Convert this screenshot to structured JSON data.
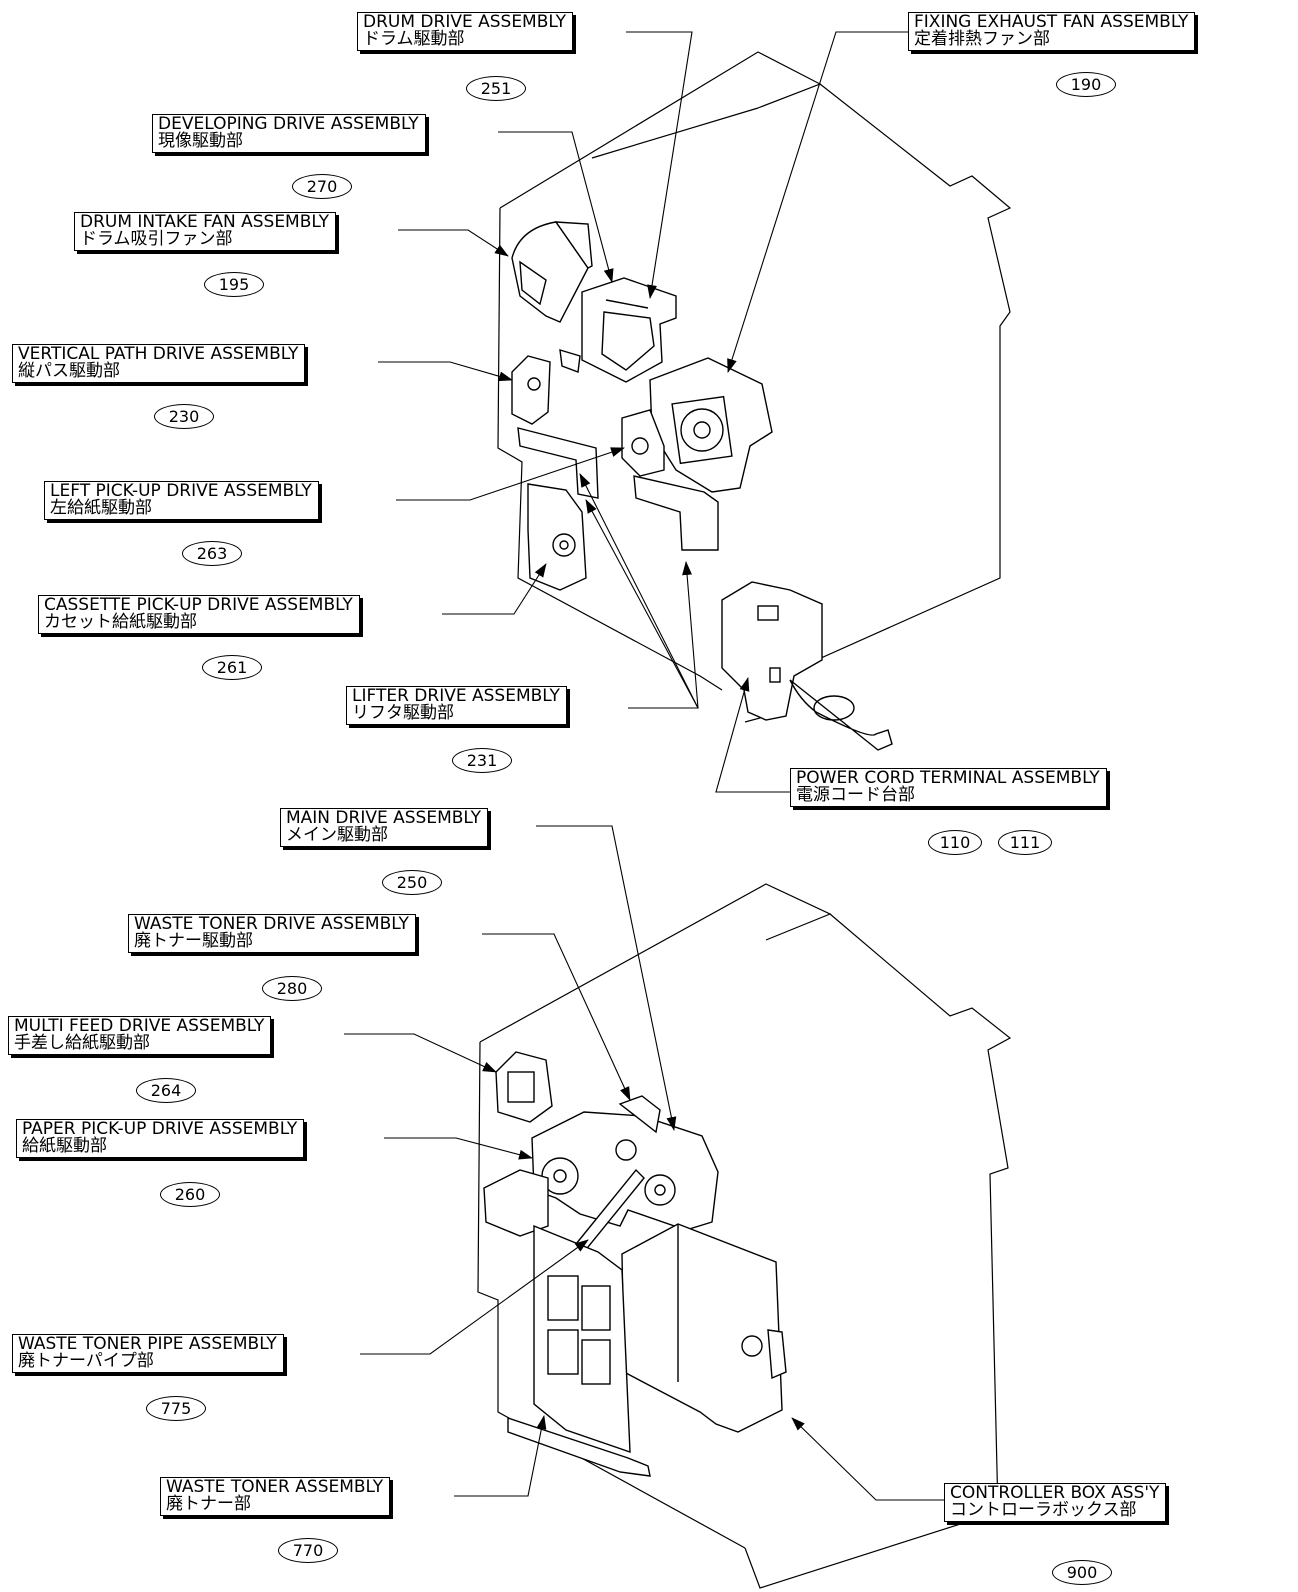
{
  "assemblies": [
    {
      "id": "drum-drive",
      "name_en": "DRUM DRIVE ASSEMBLY",
      "name_jp": "ドラム駆動部",
      "refs": [
        "251"
      ]
    },
    {
      "id": "fixing-exhaust-fan",
      "name_en": "FIXING EXHAUST FAN ASSEMBLY",
      "name_jp": "定着排熱ファン部",
      "refs": [
        "190"
      ]
    },
    {
      "id": "developing-drive",
      "name_en": "DEVELOPING DRIVE ASSEMBLY",
      "name_jp": "現像駆動部",
      "refs": [
        "270"
      ]
    },
    {
      "id": "drum-intake-fan",
      "name_en": "DRUM INTAKE FAN ASSEMBLY",
      "name_jp": "ドラム吸引ファン部",
      "refs": [
        "195"
      ]
    },
    {
      "id": "vertical-path-drive",
      "name_en": "VERTICAL PATH DRIVE ASSEMBLY",
      "name_jp": "縦パス駆動部",
      "refs": [
        "230"
      ]
    },
    {
      "id": "left-pickup-drive",
      "name_en": "LEFT PICK-UP DRIVE ASSEMBLY",
      "name_jp": "左給紙駆動部",
      "refs": [
        "263"
      ]
    },
    {
      "id": "cassette-pickup-drive",
      "name_en": "CASSETTE PICK-UP DRIVE ASSEMBLY",
      "name_jp": "カセット給紙駆動部",
      "refs": [
        "261"
      ]
    },
    {
      "id": "lifter-drive",
      "name_en": "LIFTER DRIVE ASSEMBLY",
      "name_jp": "リフタ駆動部",
      "refs": [
        "231"
      ]
    },
    {
      "id": "power-cord-terminal",
      "name_en": "POWER CORD TERMINAL ASSEMBLY",
      "name_jp": "電源コード台部",
      "refs": [
        "110",
        "111"
      ]
    },
    {
      "id": "main-drive",
      "name_en": "MAIN DRIVE ASSEMBLY",
      "name_jp": "メイン駆動部",
      "refs": [
        "250"
      ]
    },
    {
      "id": "waste-toner-drive",
      "name_en": "WASTE TONER DRIVE ASSEMBLY",
      "name_jp": "廃トナー駆動部",
      "refs": [
        "280"
      ]
    },
    {
      "id": "multi-feed-drive",
      "name_en": "MULTI FEED DRIVE ASSEMBLY",
      "name_jp": "手差し給紙駆動部",
      "refs": [
        "264"
      ]
    },
    {
      "id": "paper-pickup-drive",
      "name_en": "PAPER PICK-UP DRIVE ASSEMBLY",
      "name_jp": "給紙駆動部",
      "refs": [
        "260"
      ]
    },
    {
      "id": "waste-toner-pipe",
      "name_en": "WASTE TONER PIPE ASSEMBLY",
      "name_jp": "廃トナーパイプ部",
      "refs": [
        "775"
      ]
    },
    {
      "id": "waste-toner",
      "name_en": "WASTE TONER ASSEMBLY",
      "name_jp": "廃トナー部",
      "refs": [
        "770"
      ]
    },
    {
      "id": "controller-box",
      "name_en": "CONTROLLER BOX ASS'Y",
      "name_jp": "コントローラボックス部",
      "refs": [
        "900"
      ]
    }
  ]
}
